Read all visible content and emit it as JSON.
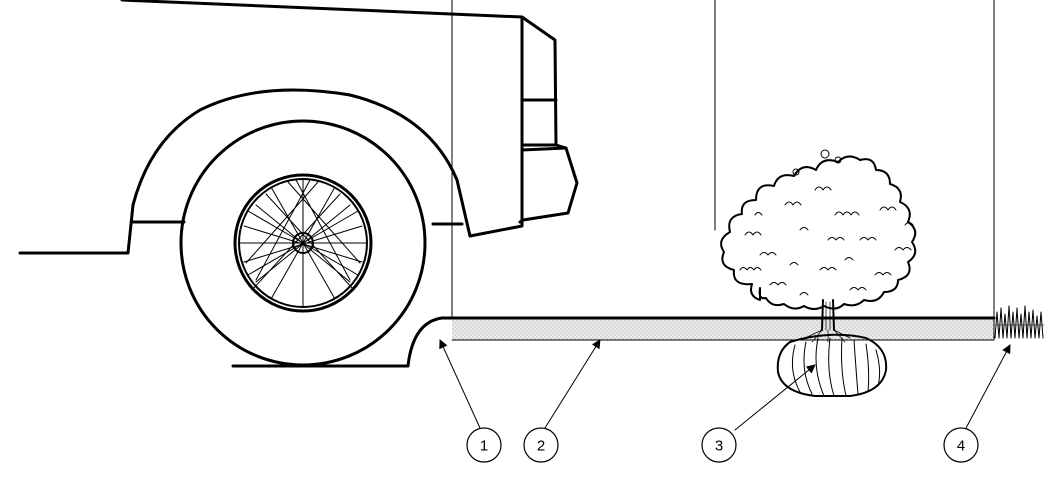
{
  "colors": {
    "line": "#000000",
    "gravel_fill": "#e6e6e6",
    "background": "#ffffff"
  },
  "callouts": [
    {
      "label": "1",
      "target": "curb"
    },
    {
      "label": "2",
      "target": "gravel-strip"
    },
    {
      "label": "3",
      "target": "tree-root-ball"
    },
    {
      "label": "4",
      "target": "grass-edge"
    }
  ]
}
